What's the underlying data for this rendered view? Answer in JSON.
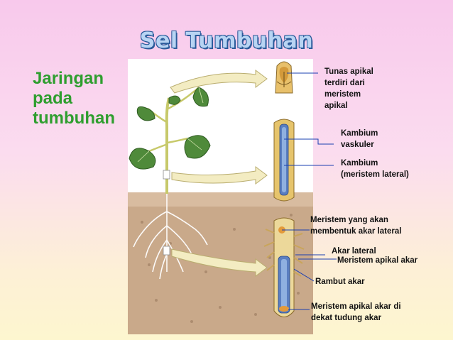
{
  "title": "Sel Tumbuhan",
  "subtitle": [
    "Jaringan",
    "pada",
    "tumbuhan"
  ],
  "labels": {
    "tunas": [
      "Tunas apikal",
      "terdiri dari",
      "meristem",
      "apikal"
    ],
    "kambium_vaskuler": [
      "Kambium",
      "vaskuler"
    ],
    "kambium_lateral": [
      "Kambium",
      "(meristem lateral)"
    ],
    "meristem_akar_lateral": [
      "Meristem yang akan",
      "membentuk akar lateral"
    ],
    "akar_lateral": "Akar lateral",
    "meristem_apikal_akar": "Meristem apikal akar",
    "rambut_akar": "Rambut akar",
    "meristem_tudung": [
      "Meristem apikal akar di",
      "dekat tudung akar"
    ]
  },
  "colors": {
    "title_fill": "#b8d4f3",
    "title_outline": "#2a5a9a",
    "subtitle": "#2f9e2f",
    "leader_line": "#1a3fb0"
  }
}
